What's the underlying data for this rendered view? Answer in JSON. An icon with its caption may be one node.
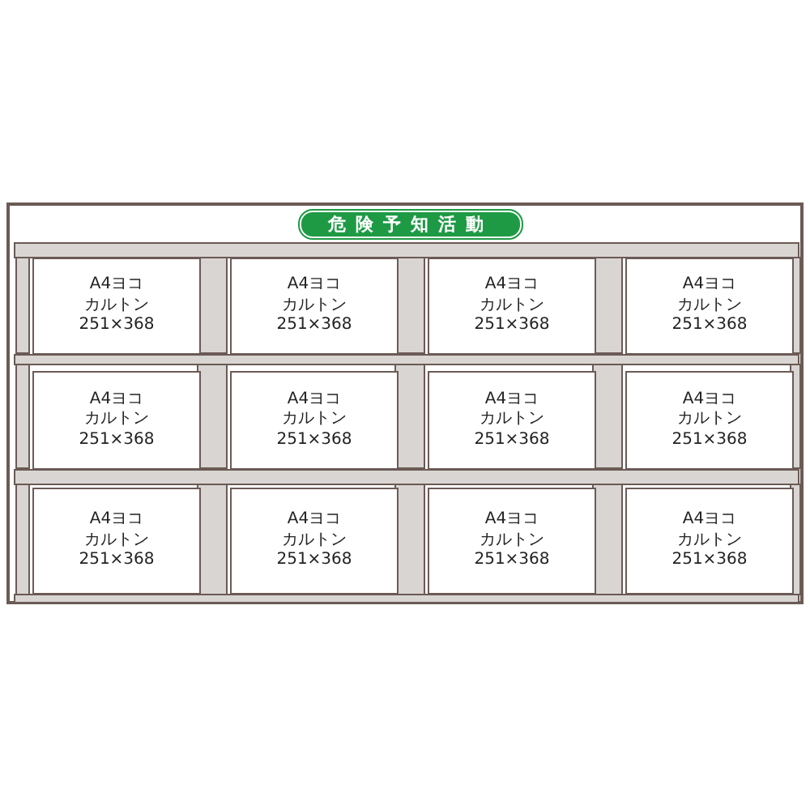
{
  "diagram": {
    "nodes": [
      {
        "text": [],
        "shape": "box"
      },
      {
        "text": [
          "危険予知活動"
        ],
        "in": 0
      },
      {
        "text": [
          "A4ヨコ",
          "カルトン",
          "251×368"
        ],
        "in": 0
      },
      {
        "text": [
          "A4ヨコ",
          "カルトン",
          "251×368"
        ],
        "in": 0
      },
      {
        "text": [
          "A4ヨコ",
          "カルトン",
          "251×368"
        ],
        "in": 0
      },
      {
        "text": [
          "A4ヨコ",
          "カルトン",
          "251×368"
        ],
        "in": 0
      },
      {
        "text": [
          "A4ヨコ",
          "カルトン",
          "251×368"
        ],
        "in": 0
      },
      {
        "text": [
          "A4ヨコ",
          "カルトン",
          "251×368"
        ],
        "in": 0
      },
      {
        "text": [
          "A4ヨコ",
          "カルトン",
          "251×368"
        ],
        "in": 0
      },
      {
        "text": [
          "A4ヨコ",
          "カルトン",
          "251×368"
        ],
        "in": 0
      },
      {
        "text": [
          "A4ヨコ",
          "カルトン",
          "251×368"
        ],
        "in": 0
      },
      {
        "text": [
          "A4ヨコ",
          "カルトン",
          "251×368"
        ],
        "in": 0
      },
      {
        "text": [
          "A4ヨコ",
          "カルトン",
          "251×368"
        ],
        "in": 0
      },
      {
        "text": [
          "A4ヨコ",
          "カルトン",
          "251×368"
        ],
        "in": 0
      }
    ]
  }
}
